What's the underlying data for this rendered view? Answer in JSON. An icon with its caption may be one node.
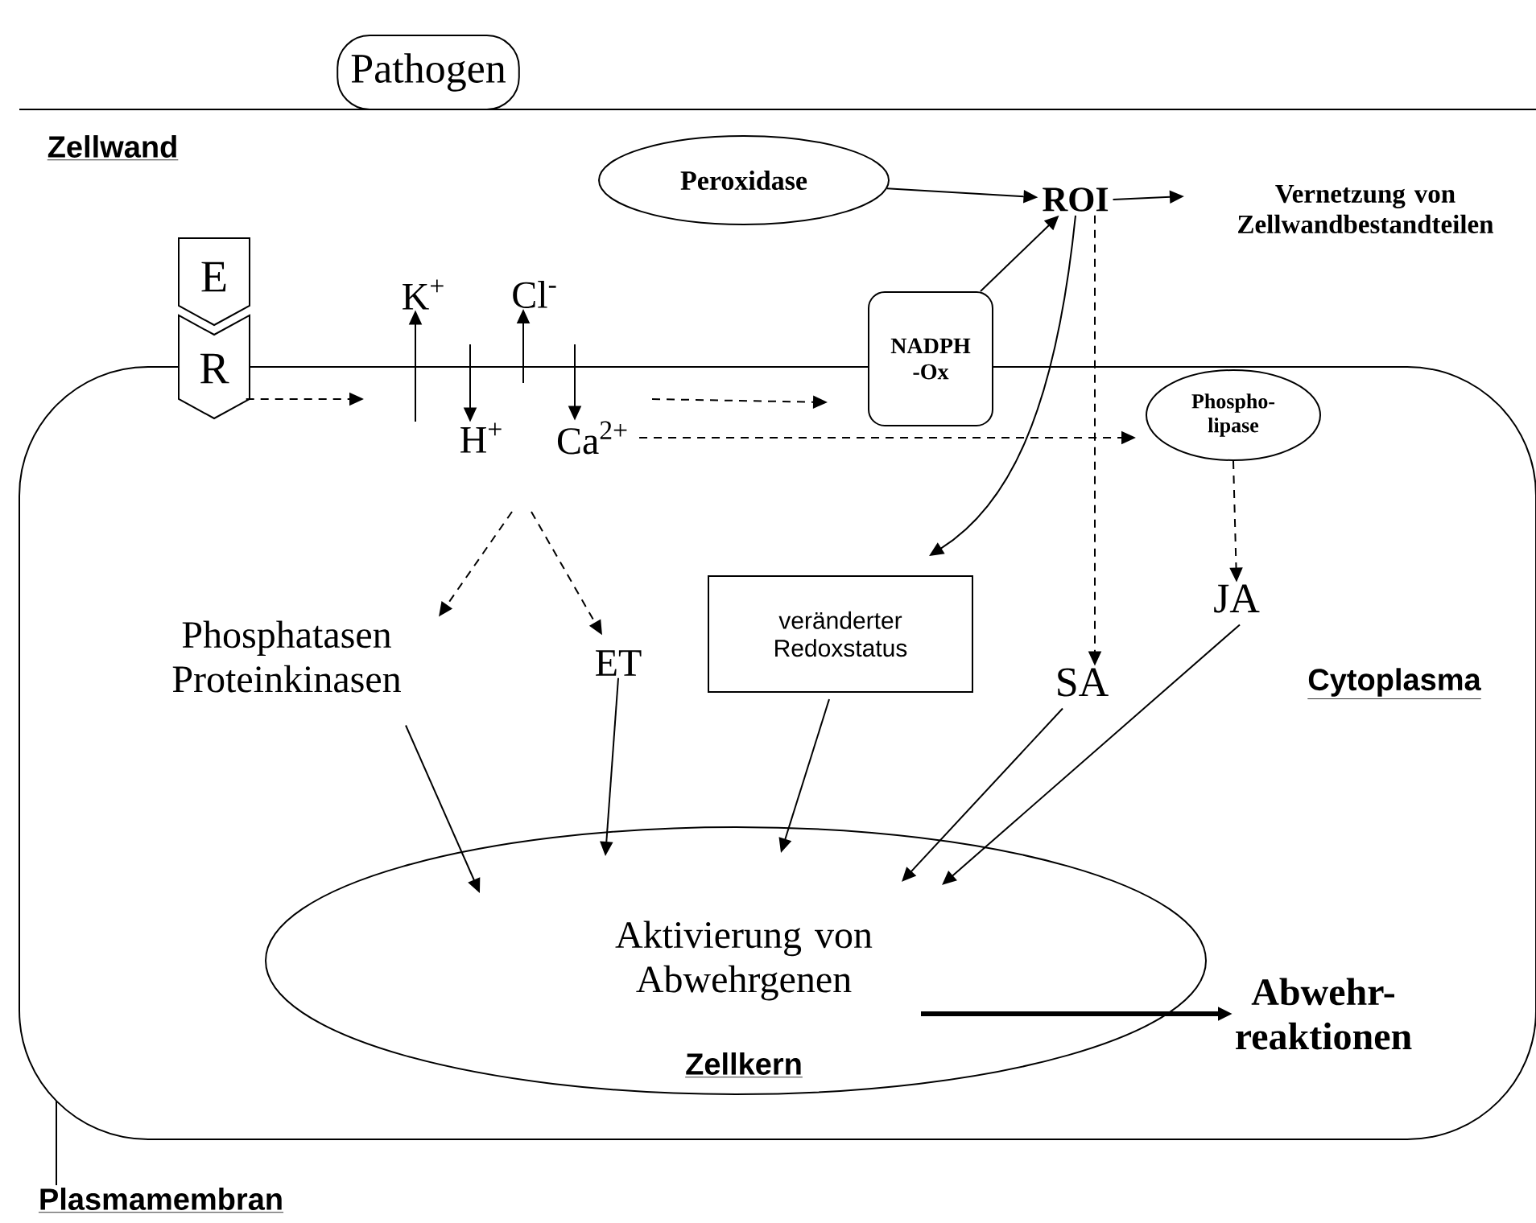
{
  "diagram": {
    "nodes": [
      {
        "text": [
          "Pathogen"
        ]
      },
      {
        "text": [
          "Peroxidase"
        ]
      },
      {
        "text": [
          "ROI"
        ]
      },
      {
        "text": [
          "Vernetzung von Zellwandbestandteilen"
        ]
      },
      {
        "text": [
          "E"
        ]
      },
      {
        "text": [
          "R"
        ]
      },
      {
        "text": [
          "K$^{+}$"
        ]
      },
      {
        "text": [
          "Cl$^{-}$"
        ]
      },
      {
        "text": [
          "NADPH -Ox"
        ]
      },
      {
        "text": [
          "H$^{+}$"
        ]
      },
      {
        "text": [
          "Ca$^{2+}$"
        ]
      },
      {
        "text": [
          "Phospho- lipase"
        ]
      },
      {
        "text": [
          "Phosphatasen Proteinkinasen"
        ]
      },
      {
        "text": [
          "ET"
        ]
      },
      {
        "text": [
          "veränderter Redoxstatus"
        ]
      },
      {
        "text": [
          "SA"
        ]
      },
      {
        "text": [
          "JA"
        ]
      },
      {
        "text": [
          "Aktivierung von Abwehrgenen",
          "Zellkern"
        ]
      },
      {
        "text": [
          "Abwehr- reaktionen"
        ]
      },
      {
        "text": [
          "Plasmamembran"
        ]
      }
    ],
    "edges": [
      {
        "from": 1,
        "to": 2,
        "arrow": "to"
      },
      {
        "from": 2,
        "to": 3,
        "arrow": "to"
      },
      {
        "from": 8,
        "to": 2,
        "arrow": "to"
      },
      {
        "from": 2,
        "to": 14,
        "arrow": "to"
      },
      {
        "from": 2,
        "to": 15,
        "arrow": "to",
        "style": "dashed"
      },
      {
        "from": 5,
        "to": null,
        "arrow": "to",
        "style": "dashed"
      },
      {
        "from": 10,
        "to": 8,
        "arrow": "to",
        "style": "dashed"
      },
      {
        "from": 10,
        "to": 11,
        "arrow": "to",
        "style": "dashed"
      },
      {
        "from": null,
        "to": 6,
        "arrow": "to"
      },
      {
        "from": null,
        "to": 9,
        "arrow": "to"
      },
      {
        "from": null,
        "to": 7,
        "arrow": "to"
      },
      {
        "from": null,
        "to": 10,
        "arrow": "to"
      },
      {
        "from": null,
        "to": 12,
        "arrow": "to",
        "style": "dashed"
      },
      {
        "from": null,
        "to": 13,
        "arrow": "to",
        "style": "dashed"
      },
      {
        "from": 11,
        "to": 16,
        "arrow": "to",
        "style": "dashed"
      },
      {
        "from": 12,
        "to": 17,
        "arrow": "to"
      },
      {
        "from": 13,
        "to": 17,
        "arrow": "to"
      },
      {
        "from": 14,
        "to": 17,
        "arrow": "to"
      },
      {
        "from": 15,
        "to": 17,
        "arrow": "to"
      },
      {
        "from": 16,
        "to": 17,
        "arrow": "to"
      },
      {
        "from": 17,
        "to": 18,
        "arrow": "to",
        "style": "thick"
      },
      {
        "from": 19,
        "to": null,
        "arrow": "none"
      }
    ],
    "labels": [
      "Zellwand",
      "Cytoplasma"
    ]
  }
}
